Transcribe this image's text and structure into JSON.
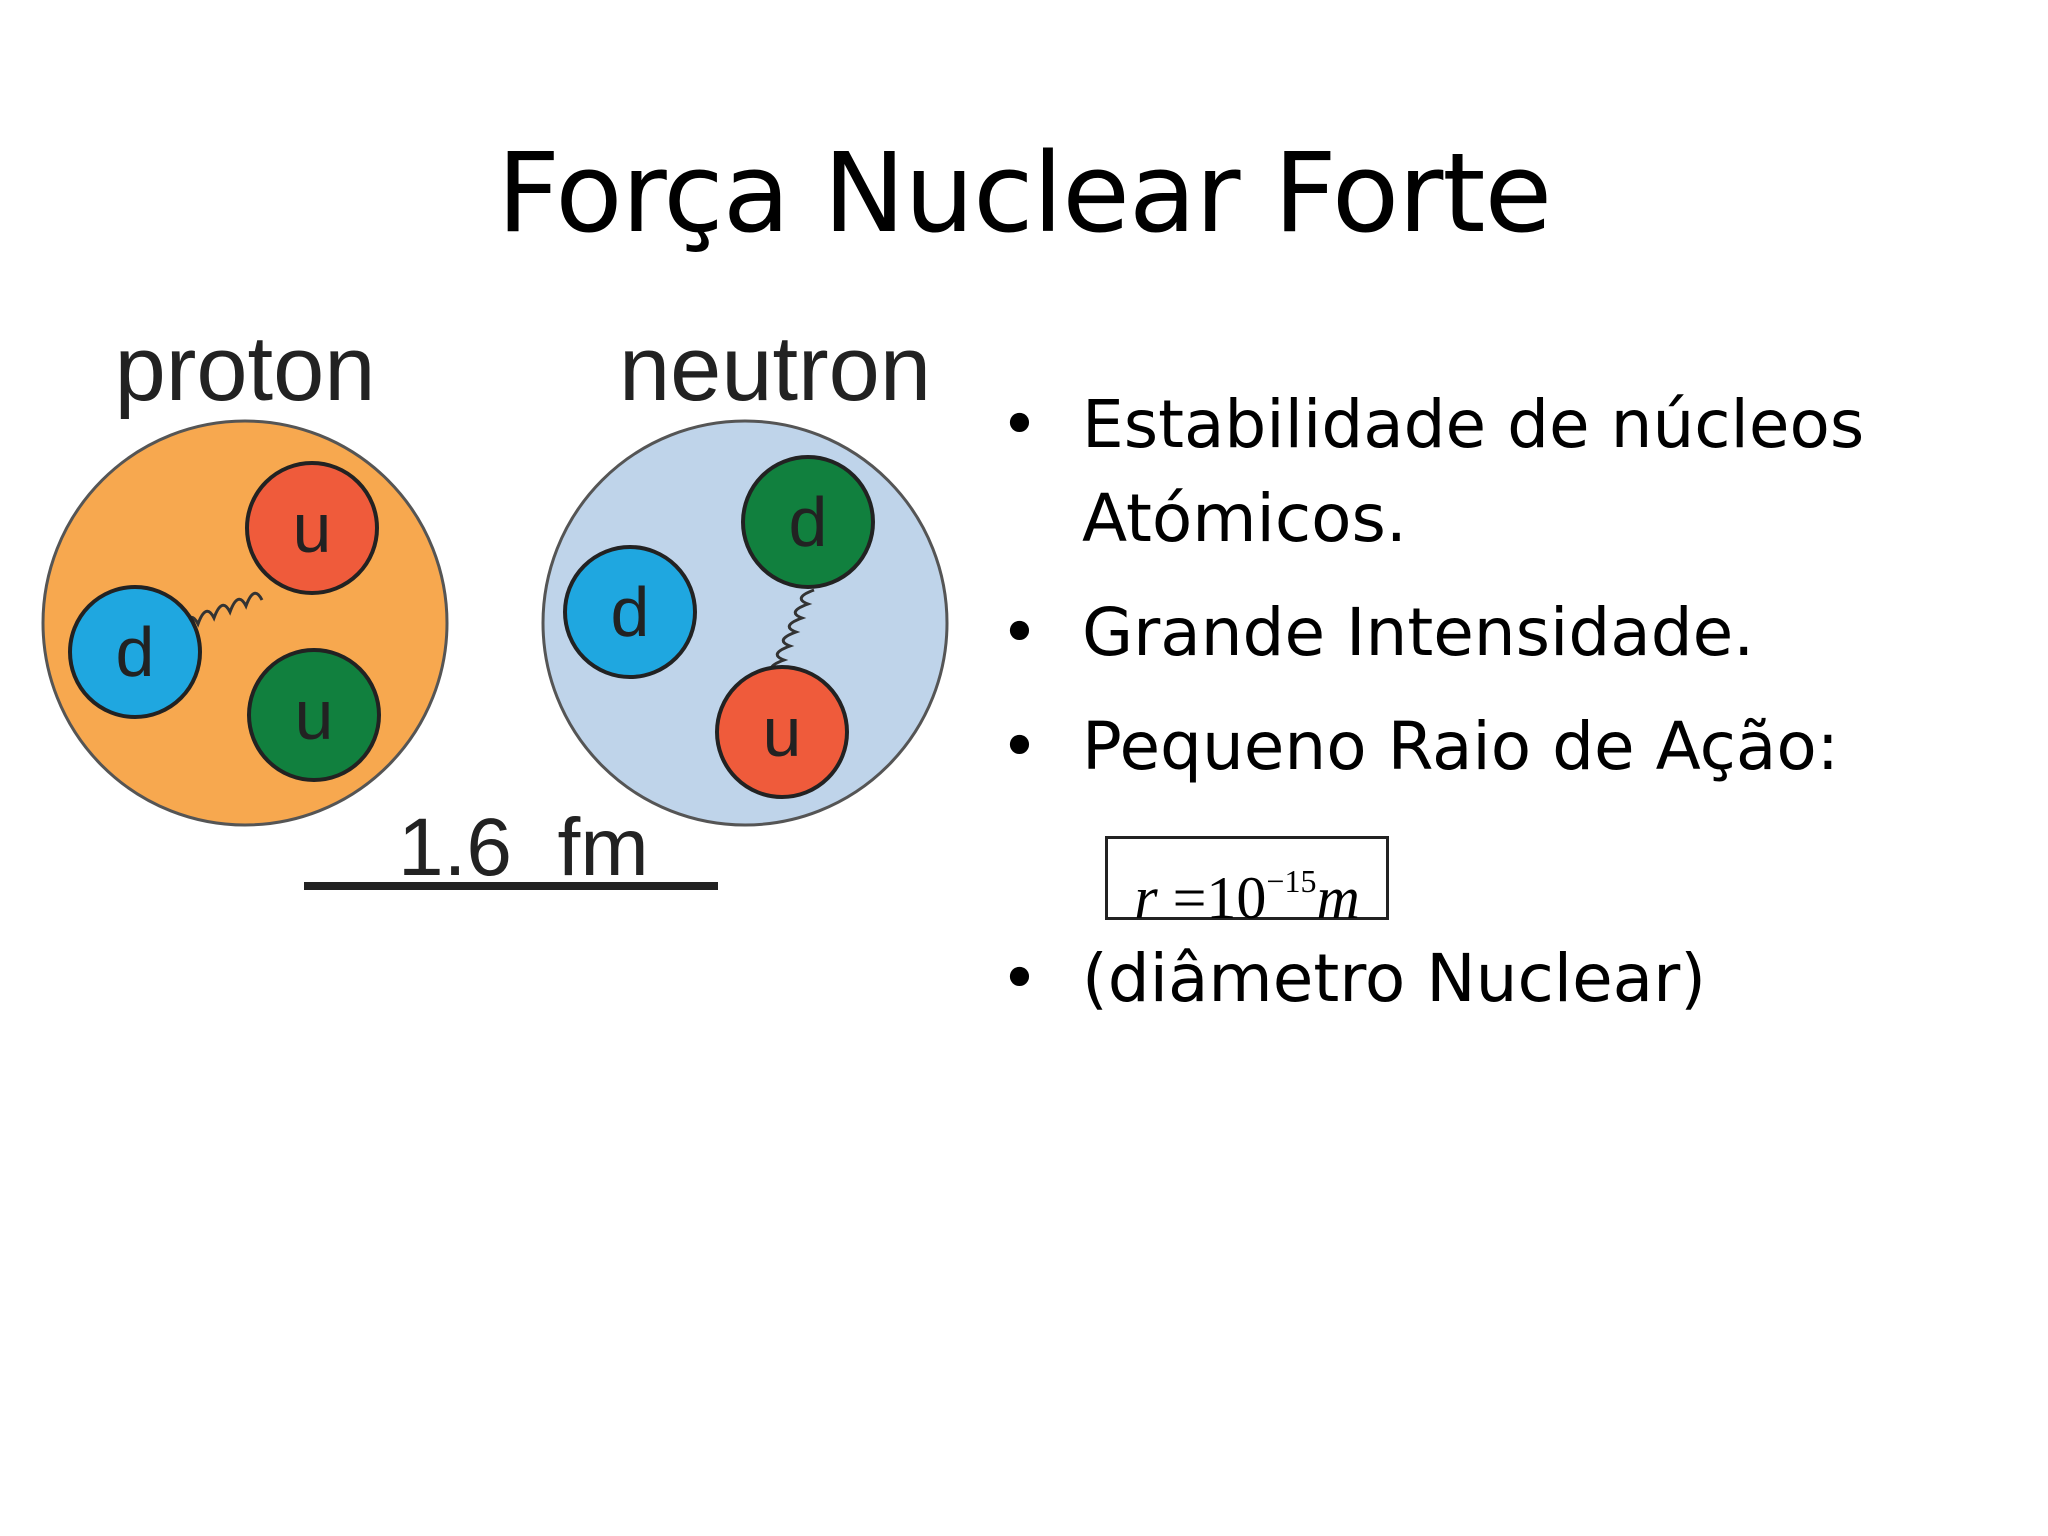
{
  "slide": {
    "title": "Força Nuclear Forte",
    "diagram": {
      "proton_label": "proton",
      "neutron_label": "neutron",
      "proton_quarks": [
        "u",
        "d",
        "u"
      ],
      "neutron_quarks": [
        "d",
        "d",
        "u"
      ],
      "scale_label": "1.6  fm",
      "colors": {
        "proton": "#f7a84f",
        "neutron": "#bfd4ea",
        "up_red": "#ef5b3b",
        "down_blue": "#1fa7e0",
        "green": "#11803e"
      }
    },
    "bullets": [
      "Estabilidade de núcleos Atómicos.",
      "Grande  Intensidade.",
      "Pequeno Raio de Ação:"
    ],
    "formula": {
      "lhs": "r",
      "eq": "=",
      "base": "10",
      "exponent": "−15",
      "unit": "m"
    },
    "last_bullet": "(diâmetro Nuclear)"
  }
}
